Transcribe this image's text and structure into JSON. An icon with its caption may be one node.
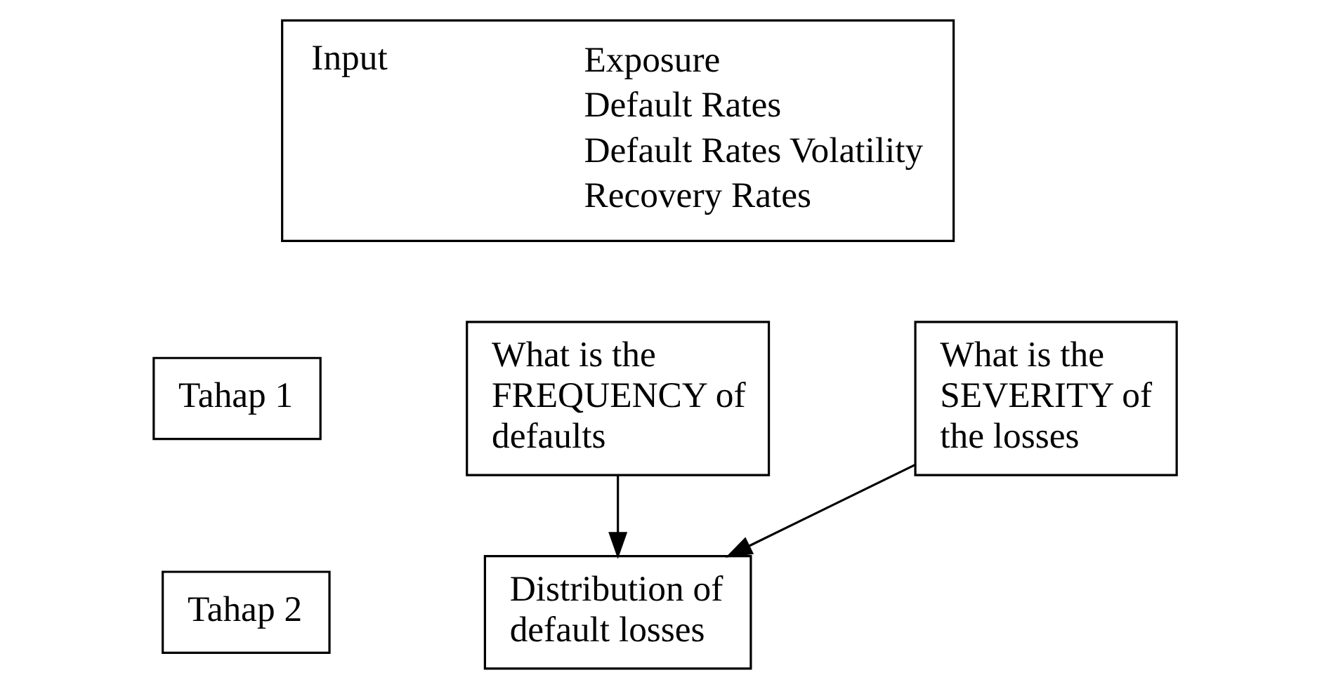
{
  "diagram": {
    "nodes": [
      {
        "text": [
          "Input",
          "Exposure",
          "Default Rates",
          "Default Rates Volatility",
          "Recovery Rates"
        ]
      },
      {
        "text": [
          "Tahap 1"
        ]
      },
      {
        "text": [
          "What is the FREQUENCY of defaults"
        ]
      },
      {
        "text": [
          "What is the SEVERITY of the losses"
        ]
      },
      {
        "text": [
          "Tahap 2"
        ]
      },
      {
        "text": [
          "Distribution of default losses"
        ]
      }
    ],
    "edges": [
      {
        "from": 2,
        "to": 5,
        "arrow": "to"
      },
      {
        "from": 3,
        "to": 5,
        "arrow": "to"
      }
    ]
  }
}
